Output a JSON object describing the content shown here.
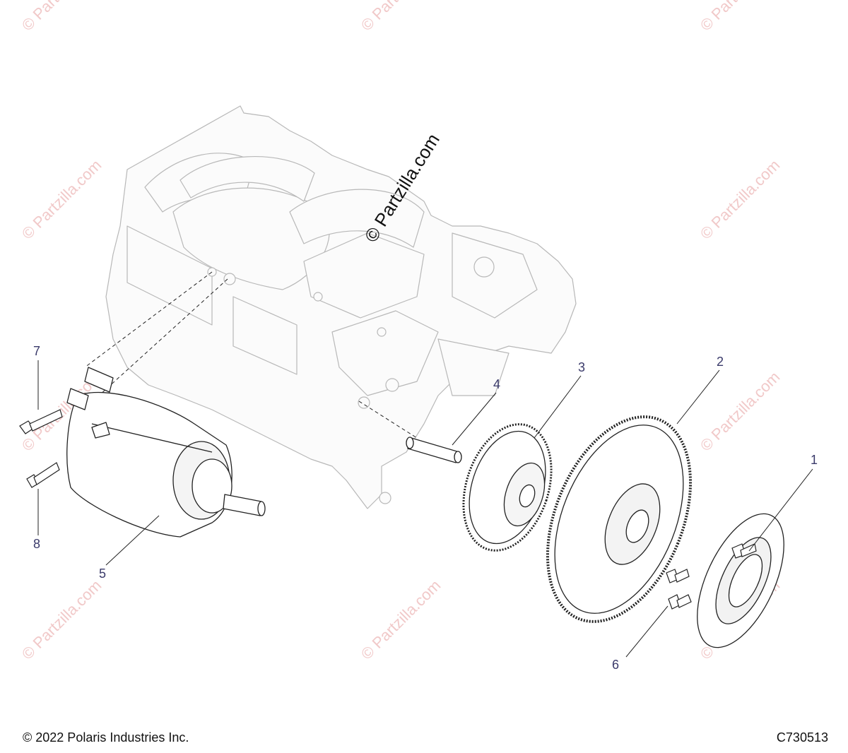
{
  "watermark": {
    "text": "© Partzilla.com"
  },
  "callouts": [
    "1",
    "2",
    "3",
    "4",
    "5",
    "6",
    "7",
    "8"
  ],
  "parts": {
    "crankcase": "engine crankcase (reference)",
    "starter": "starter motor",
    "idler": "idler gear",
    "shaft": "idler shaft",
    "gear": "starter driven gear",
    "clutch": "one-way starter clutch"
  },
  "footer": {
    "copyright": "© 2022 Polaris Industries Inc.",
    "code": "C730513"
  },
  "colors": {
    "callout": "#3a3a6a",
    "line": "#222222",
    "watermark": "#f1c9c9"
  }
}
